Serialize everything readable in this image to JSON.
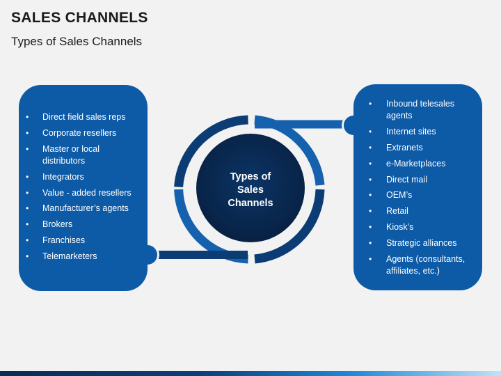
{
  "header": {
    "title": "SALES CHANNELS",
    "subtitle": "Types of Sales Channels"
  },
  "center": {
    "line1": "Types of",
    "line2": "Sales",
    "line3": "Channels"
  },
  "left_panel": {
    "items": [
      "Direct field sales reps",
      "Corporate resellers",
      "Master or local distributors",
      "Integrators",
      "Value - added resellers",
      "Manufacturer’s agents",
      "Brokers",
      "Franchises",
      "Telemarketers"
    ]
  },
  "right_panel": {
    "items": [
      "Inbound telesales agents",
      "Internet sites",
      "Extranets",
      "e-Marketplaces",
      "Direct mail",
      "OEM’s",
      "Retail",
      "Kiosk’s",
      "Strategic alliances",
      "Agents (consultants, affiliates, etc.)"
    ]
  },
  "colors": {
    "panel": "#0d5aa6",
    "ring_dark": "#0b3c74",
    "ring_light": "#1561ad",
    "center": "#0a2c55",
    "background": "#f2f2f2"
  }
}
